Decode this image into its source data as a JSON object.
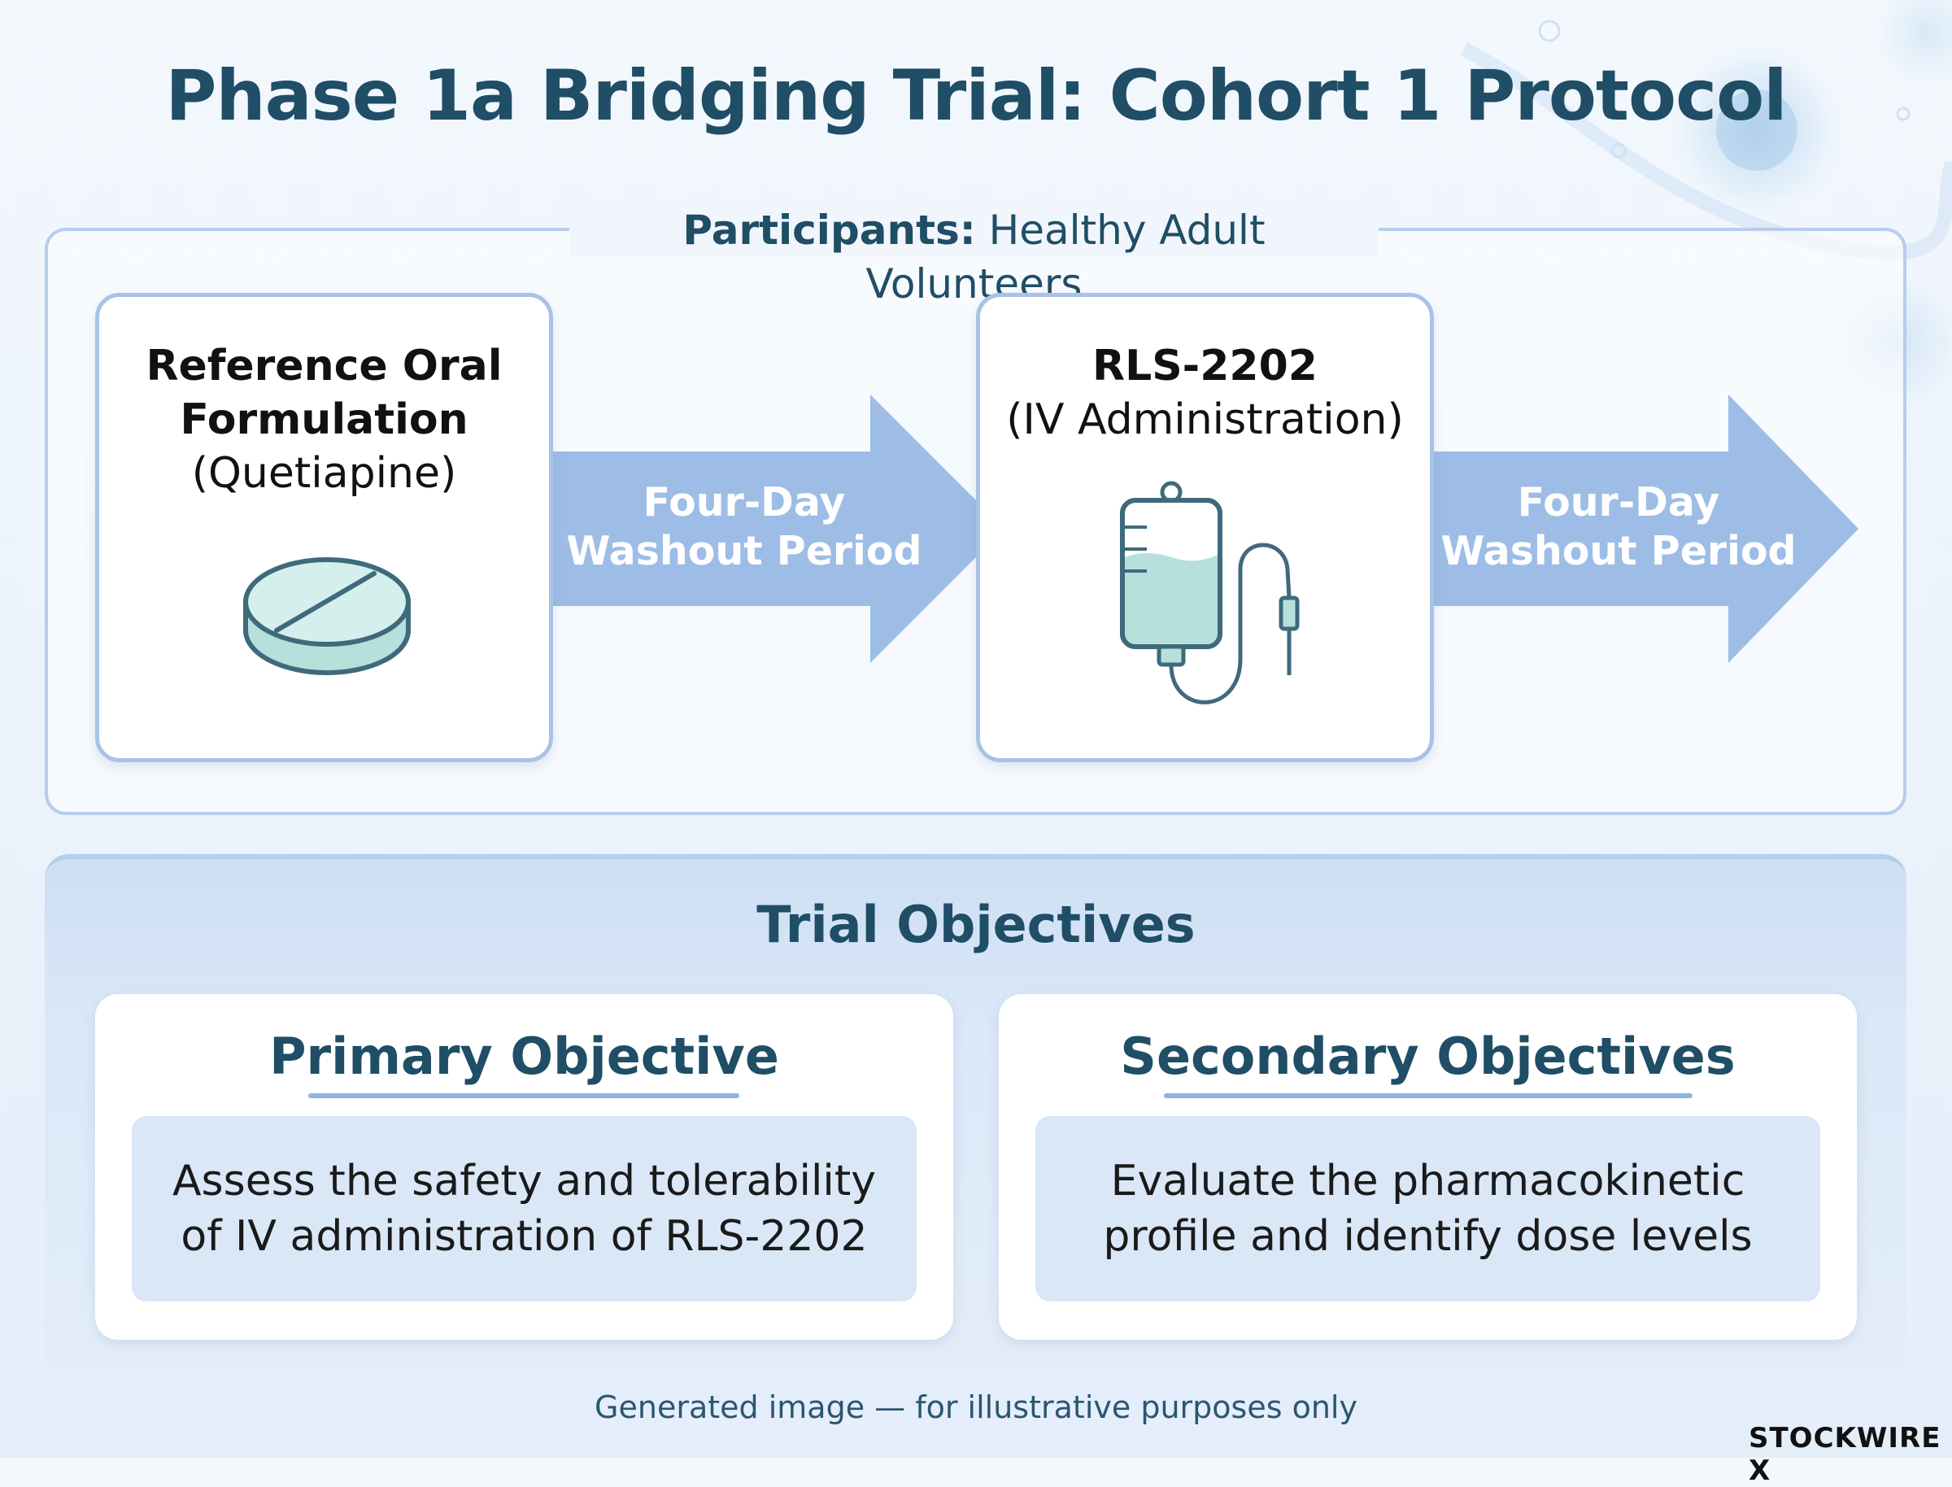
{
  "title": "Phase 1a Bridging Trial: Cohort 1 Protocol",
  "participants": {
    "label_key": "Participants:",
    "label_value": "Healthy Adult Volunteers"
  },
  "steps": [
    {
      "bold_line1": "Reference Oral",
      "bold_line2": "Formulation",
      "regular_line": "(Quetiapine)",
      "icon": "pill-tablet-icon"
    },
    {
      "bold_line1": "RLS-2202",
      "regular_line": "(IV Administration)",
      "icon": "iv-bag-icon"
    }
  ],
  "washouts": [
    {
      "line1": "Four-Day",
      "line2": "Washout Period"
    },
    {
      "line1": "Four-Day",
      "line2": "Washout Period"
    }
  ],
  "objectives": {
    "section_title": "Trial Objectives",
    "primary": {
      "heading": "Primary Objective",
      "text": "Assess the safety and tolerability of IV administration of RLS-2202"
    },
    "secondary": {
      "heading": "Secondary Objectives",
      "text": "Evaluate the pharmacokinetic profile and identify dose levels"
    }
  },
  "footer_note": "Generated image — for illustrative purposes only",
  "brand": "STOCKWIRE X",
  "colors": {
    "title": "#1f4e66",
    "arrow": "#9dbde6",
    "card_border": "#a9c2e6",
    "objective_body": "#dae7f6",
    "icon_fill": "#b7e0dc",
    "icon_stroke": "#3f6a7c"
  }
}
